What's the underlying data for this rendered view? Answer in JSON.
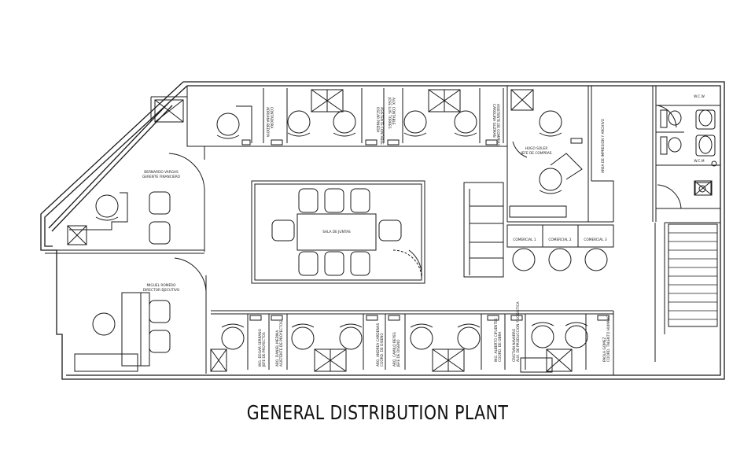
{
  "title": "GENERAL DISTRIBUTION PLANT",
  "rooms": {
    "finance": [
      "BERNARDO VARGAS",
      "GERENTE FINANCIERO"
    ],
    "executive": [
      "MIGUEL ROMERO",
      "DIRECTOR EJECUTIVO"
    ],
    "meeting": "SALA DE JUNTAS",
    "purchasing": [
      "HUGO SOLER",
      "JEFE DE COMPRAS"
    ],
    "print": "AREA DE IMPRESION Y ARCHIVO",
    "wcw": "W.C.W",
    "wcm": "W.C.M"
  },
  "top_workstations": [
    [
      "ADRIANA BEDOYA",
      "CONTADORA"
    ],
    [
      "OSCAR PINEDA",
      "ASISTENTE CONTABLE"
    ],
    [
      "JOSE LUIS TORRES",
      "AUX. CONTABLE"
    ],
    [
      "CAROLINA GUZMAN",
      "ASISTENTE DE COMPRAS"
    ]
  ],
  "bottom_workstations": [
    [
      "ING. EDGAR SERRANO",
      "JEFE DE PROYECTOS"
    ],
    [
      "ARQ. DANIEL MEDINA",
      "ASISTENTE DE PROYECTOS"
    ],
    [
      "ARQ. ANDREA CARDENAS",
      "COORD. DE DISENO"
    ],
    [
      "ARQ. CAMILO REYES",
      "JEFE DE DISENO"
    ],
    [
      "ING. ALBERTO CIFUENTES",
      "COORD. DE OBRA"
    ],
    [
      "CRISTIAN NAVARRO",
      "AUX. DE PRODUCCION Y LOGISTICA"
    ],
    [
      "PAOLA GOMEZ",
      "COORD. TALENTO HUMANO"
    ]
  ],
  "commercial": [
    "COMERCIAL 1",
    "COMERCIAL 2",
    "COMERCIAL 3"
  ]
}
